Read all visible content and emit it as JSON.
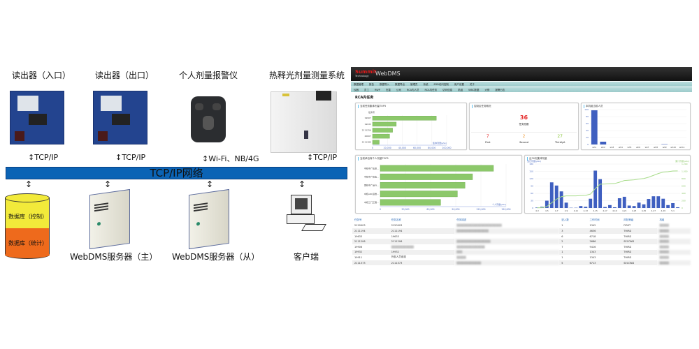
{
  "diagram": {
    "devices": [
      {
        "label": "读出器（入口）",
        "protocol": "TCP/IP"
      },
      {
        "label": "读出器（出口）",
        "protocol": "TCP/IP"
      },
      {
        "label": "个人剂量报警仪",
        "protocol": "Wi-Fi、NB/4G"
      },
      {
        "label": "热释光剂量测量系统",
        "protocol": "TCP/IP"
      }
    ],
    "network_label": "TCP/IP网络",
    "database": {
      "top": "数据库（控制）",
      "bottom": "数据库（统计）",
      "colors": {
        "top": "#f2ea3a",
        "bottom": "#ee6a1c"
      }
    },
    "servers": [
      {
        "label": "WebDMS服务器（主）"
      },
      {
        "label": "WebDMS服务器（从）"
      }
    ],
    "client": {
      "label": "客户端"
    },
    "arrow_symbol": "↕",
    "network_color": "#0b63b5"
  },
  "dashboard": {
    "brand": "Summit",
    "brand_sub": "Technology",
    "app_name": "WebDMS",
    "menu1": [
      "数据管理",
      "报告",
      "数据导入",
      "数据导出",
      "管理员",
      "系统",
      "ERD访问控制",
      "用户设置",
      "关于"
    ],
    "menu2": [
      "仪器",
      "员工",
      "RWP",
      "在童",
      "公司",
      "RCA内人员",
      "RCA内任务",
      "访问信息",
      "机组",
      "WBC数据",
      "大修",
      "报警日志"
    ],
    "page_title": "RCA内任务",
    "cards": {
      "top_dose": {
        "title": "当前任务集体剂量TOP5",
        "ylabel": "任务号",
        "xlabel": "集体剂量(μSv)",
        "categories": [
          "19907",
          "19933",
          "2111256",
          "20607",
          "2111380"
        ],
        "values": [
          86000,
          32000,
          27000,
          23000,
          9000
        ],
        "xlim": [
          0,
          100000
        ],
        "ticks": [
          "0",
          "20,000",
          "40,000",
          "60,000",
          "80,000",
          "100,000"
        ]
      },
      "summary": {
        "title": "控制区任务概况",
        "total": "36",
        "total_label": "任务总数",
        "levels": [
          {
            "value": "7",
            "label": "First",
            "color": "#e52b2b"
          },
          {
            "value": "2",
            "label": "Second",
            "color": "#f0a040"
          },
          {
            "value": "27",
            "label": "ThirdlyA",
            "color": "#8cc63f"
          }
        ]
      },
      "people": {
        "title": "本机组当前人员",
        "categories": [
          "wh1",
          "wh2",
          "wh3",
          "wh4",
          "wh5",
          "wh6",
          "wh7",
          "wh8",
          "wh9",
          "wh10",
          "wh11"
        ],
        "values": [
          98,
          8,
          0,
          0,
          0,
          0,
          0,
          0,
          1,
          0,
          0
        ],
        "ylim": [
          0,
          100
        ],
        "ticks": [
          "0",
          "20",
          "40",
          "60",
          "80",
          "100"
        ]
      },
      "person_dose": {
        "title": "当前承包商个人剂量TOP5",
        "xlabel": "个人剂量(μSv)",
        "categories": [
          "中核中广检测…",
          "中核中广核电…",
          "国核中广运行…",
          "中核ARC运维…",
          "中核三门工程…"
        ],
        "values": [
          135000,
          110000,
          101000,
          92000,
          72000
        ],
        "xlim": [
          0,
          150000
        ],
        "ticks": [
          "0",
          "30,000",
          "60,000",
          "90,000",
          "120,000",
          "150,000"
        ]
      },
      "daily": {
        "title": "近30天集体剂量",
        "left_label": "当日剂量(μSv)",
        "right_label": "累计剂量(μSv)",
        "categories": [
          "4-3",
          "4-4",
          "4-5",
          "4-6",
          "4-7",
          "4-8",
          "4-9",
          "4-10",
          "4-11",
          "4-12",
          "4-13",
          "4-14",
          "4-15",
          "4-16",
          "4-17",
          "4-18",
          "4-19",
          "4-20",
          "4-21",
          "4-22",
          "4-23",
          "4-24",
          "4-25",
          "4-26",
          "4-27",
          "4-28",
          "4-29",
          "4-30",
          "5-1",
          "5-2"
        ],
        "x_tick_labels": [
          "4-3",
          "4-5",
          "4-7",
          "4-9",
          "4-11",
          "4-13",
          "4-15",
          "4-17",
          "4-19",
          "4-21",
          "4-23",
          "4-25",
          "4-27",
          "4-29",
          "5-1"
        ],
        "bars": [
          2,
          5,
          30,
          105,
          92,
          68,
          22,
          1,
          1,
          8,
          5,
          38,
          153,
          118,
          4,
          12,
          3,
          40,
          46,
          10,
          8,
          22,
          15,
          37,
          48,
          48,
          38,
          12,
          20,
          3
        ],
        "line": [
          5,
          10,
          40,
          145,
          240,
          310,
          330,
          330,
          331,
          340,
          345,
          380,
          530,
          650,
          655,
          665,
          668,
          705,
          750,
          760,
          768,
          790,
          805,
          840,
          890,
          940,
          980,
          990,
          1010,
          1013
        ],
        "ylim_left": [
          0,
          180
        ],
        "ylim_right": [
          0,
          1200
        ],
        "left_ticks": [
          "0",
          "30",
          "60",
          "90",
          "120",
          "150",
          "180"
        ],
        "right_ticks": [
          "0",
          "200",
          "400",
          "600",
          "800",
          "1,000",
          "1,200"
        ],
        "bar_color": "#3f5fc0",
        "line_color": "#a8dc8a"
      }
    },
    "table": {
      "headers": [
        "任务号",
        "任务名称",
        "任务描述",
        "进入数",
        "工作时间",
        "风险等级",
        "机组"
      ],
      "rows": [
        [
          "2120903",
          "2120903",
          "▒▒▒▒▒▒▒▒▒▒▒▒▒▒▒▒▒▒▒▒▒▒▒▒",
          "1",
          "1342",
          "FIRST",
          "▒▒▒▒▒"
        ],
        [
          "2111194",
          "2111194",
          "▒▒▒▒▒▒▒▒▒▒▒▒▒▒▒▒▒",
          "3",
          "4636",
          "THIRD",
          "▒▒▒▒▒"
        ],
        [
          "19633",
          "19633",
          "",
          "6",
          "6718",
          "THIRD",
          "▒▒▒▒▒"
        ],
        [
          "2111206",
          "2111206",
          "▒▒▒▒▒▒▒▒▒▒▒▒▒▒▒▒▒▒",
          "2",
          "2686",
          "SECOND",
          "▒▒▒▒▒"
        ],
        [
          "19906",
          "▒▒▒▒▒▒▒▒▒▒▒▒",
          "▒▒▒▒▒▒▒▒▒▒▒▒▒▒▒",
          "7",
          "9416",
          "THIRD",
          "▒▒▒▒▒"
        ],
        [
          "19932",
          "19932",
          "▒▒▒",
          "1",
          "1343",
          "THIRD",
          "▒▒▒▒▒"
        ],
        [
          "19911",
          "外部人员参观",
          "▒▒▒▒▒",
          "1",
          "1343",
          "THIRD",
          "▒▒▒▒▒"
        ],
        [
          "2111373",
          "2111373",
          "▒▒▒▒▒▒▒▒▒▒▒▒▒",
          "5",
          "6713",
          "SECOND",
          "▒▒▒▒▒"
        ]
      ]
    }
  }
}
